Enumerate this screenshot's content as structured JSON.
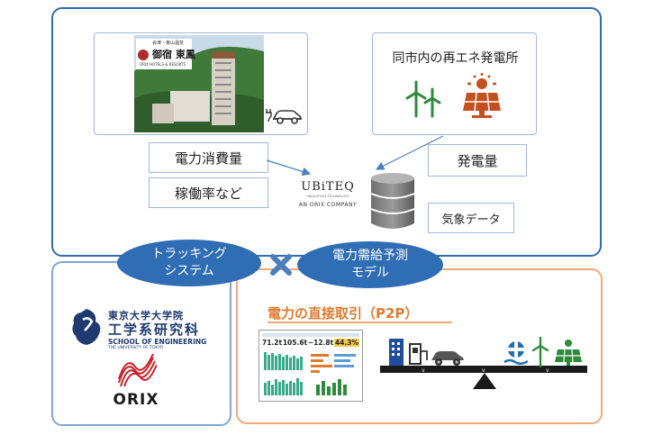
{
  "hotel": {
    "logo_small": "会津・東山温泉",
    "logo_main": "御宿 東鳳",
    "logo_sub": "ORIX HOTELS & RESORTS"
  },
  "renewable": {
    "title": "同市内の再エネ発電所"
  },
  "labels": {
    "power_consumption": "電力消費量",
    "operation_rate": "稼働率など",
    "generation": "発電量",
    "weather": "気象データ"
  },
  "ubiteq": {
    "name": "UBiTEQ",
    "tagline": "UBIQUITOUS TECHNOLOGY",
    "company": "AN ORIX COMPANY"
  },
  "tracking": {
    "line1": "トラッキング",
    "line2": "システム"
  },
  "forecast": {
    "line1": "電力需給予測",
    "line2": "モデル"
  },
  "university": {
    "line1": "東京大学大学院",
    "line2": "工学系研究科",
    "line3": "SCHOOL OF ENGINEERING",
    "line4": "THE UNIVERSITY OF TOKYO"
  },
  "orix": {
    "name": "ORIX"
  },
  "p2p": {
    "title": "電力の直接取引（P2P）",
    "dashboard_values": [
      "71.2t",
      "105.6t",
      "−12.8t",
      "44.3%"
    ]
  },
  "colors": {
    "blue": "#2e6bb0",
    "orange": "#e07a2e",
    "green": "#2e8b3a",
    "solar": "#c4501f"
  }
}
